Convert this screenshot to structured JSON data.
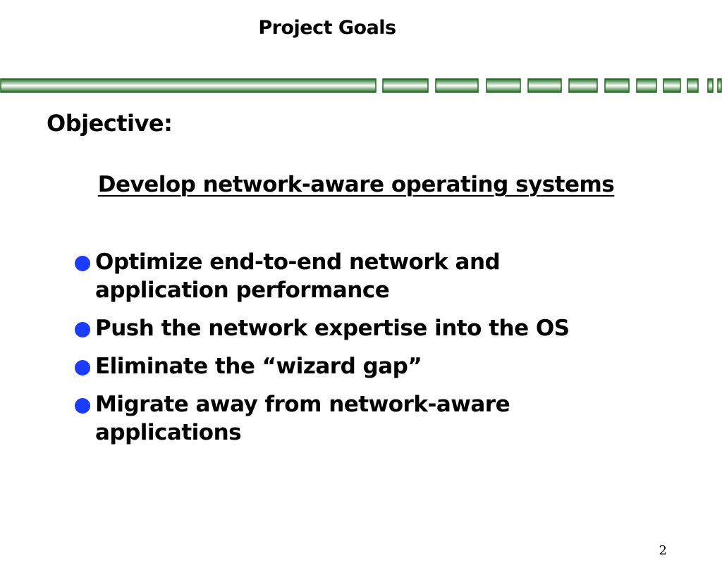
{
  "slide": {
    "title": "Project Goals",
    "objective_label": "Objective:",
    "objective_text": "Develop network-aware operating systems",
    "bullets": [
      "Optimize end-to-end network and application performance",
      "Push the network expertise into the OS",
      "Eliminate the “wizard gap”",
      "Migrate away from network-aware applications"
    ],
    "page_number": "2"
  },
  "colors": {
    "bullet": "#1a3cff",
    "divider_green": "#1e6b1e"
  }
}
